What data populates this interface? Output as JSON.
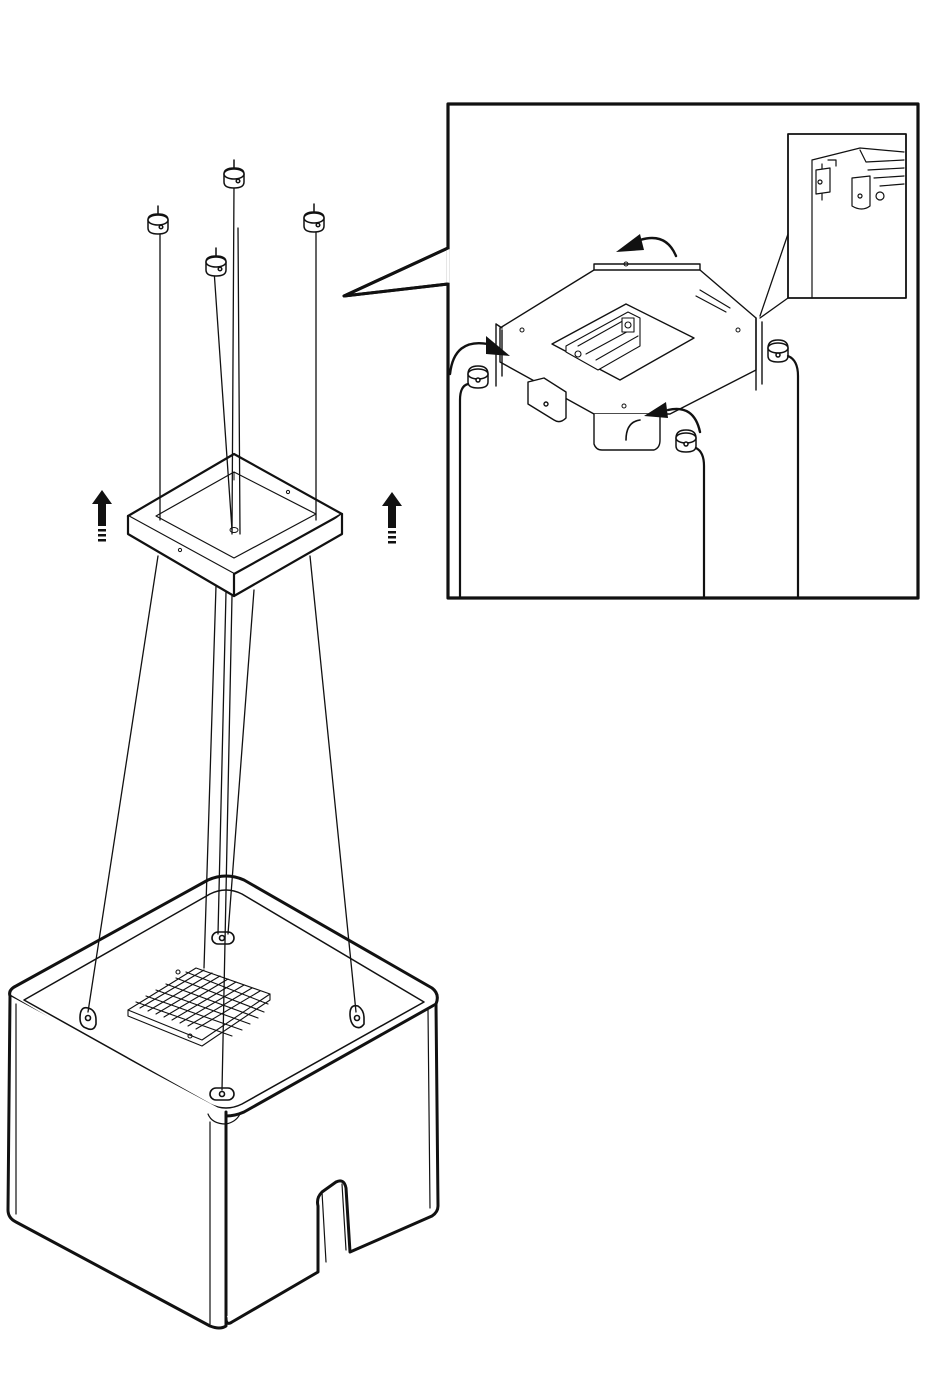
{
  "diagram": {
    "stroke_color": "#111111",
    "background_color": "#ffffff",
    "arrow_count": 2,
    "cable_count": 4,
    "standoff_count": 4,
    "parts": [
      "standoff",
      "cable",
      "square-frame",
      "base-enclosure",
      "circuit-board",
      "mounting-tab",
      "lift-arrow",
      "detail-callout",
      "bracket-plate",
      "zoom-inset"
    ]
  }
}
